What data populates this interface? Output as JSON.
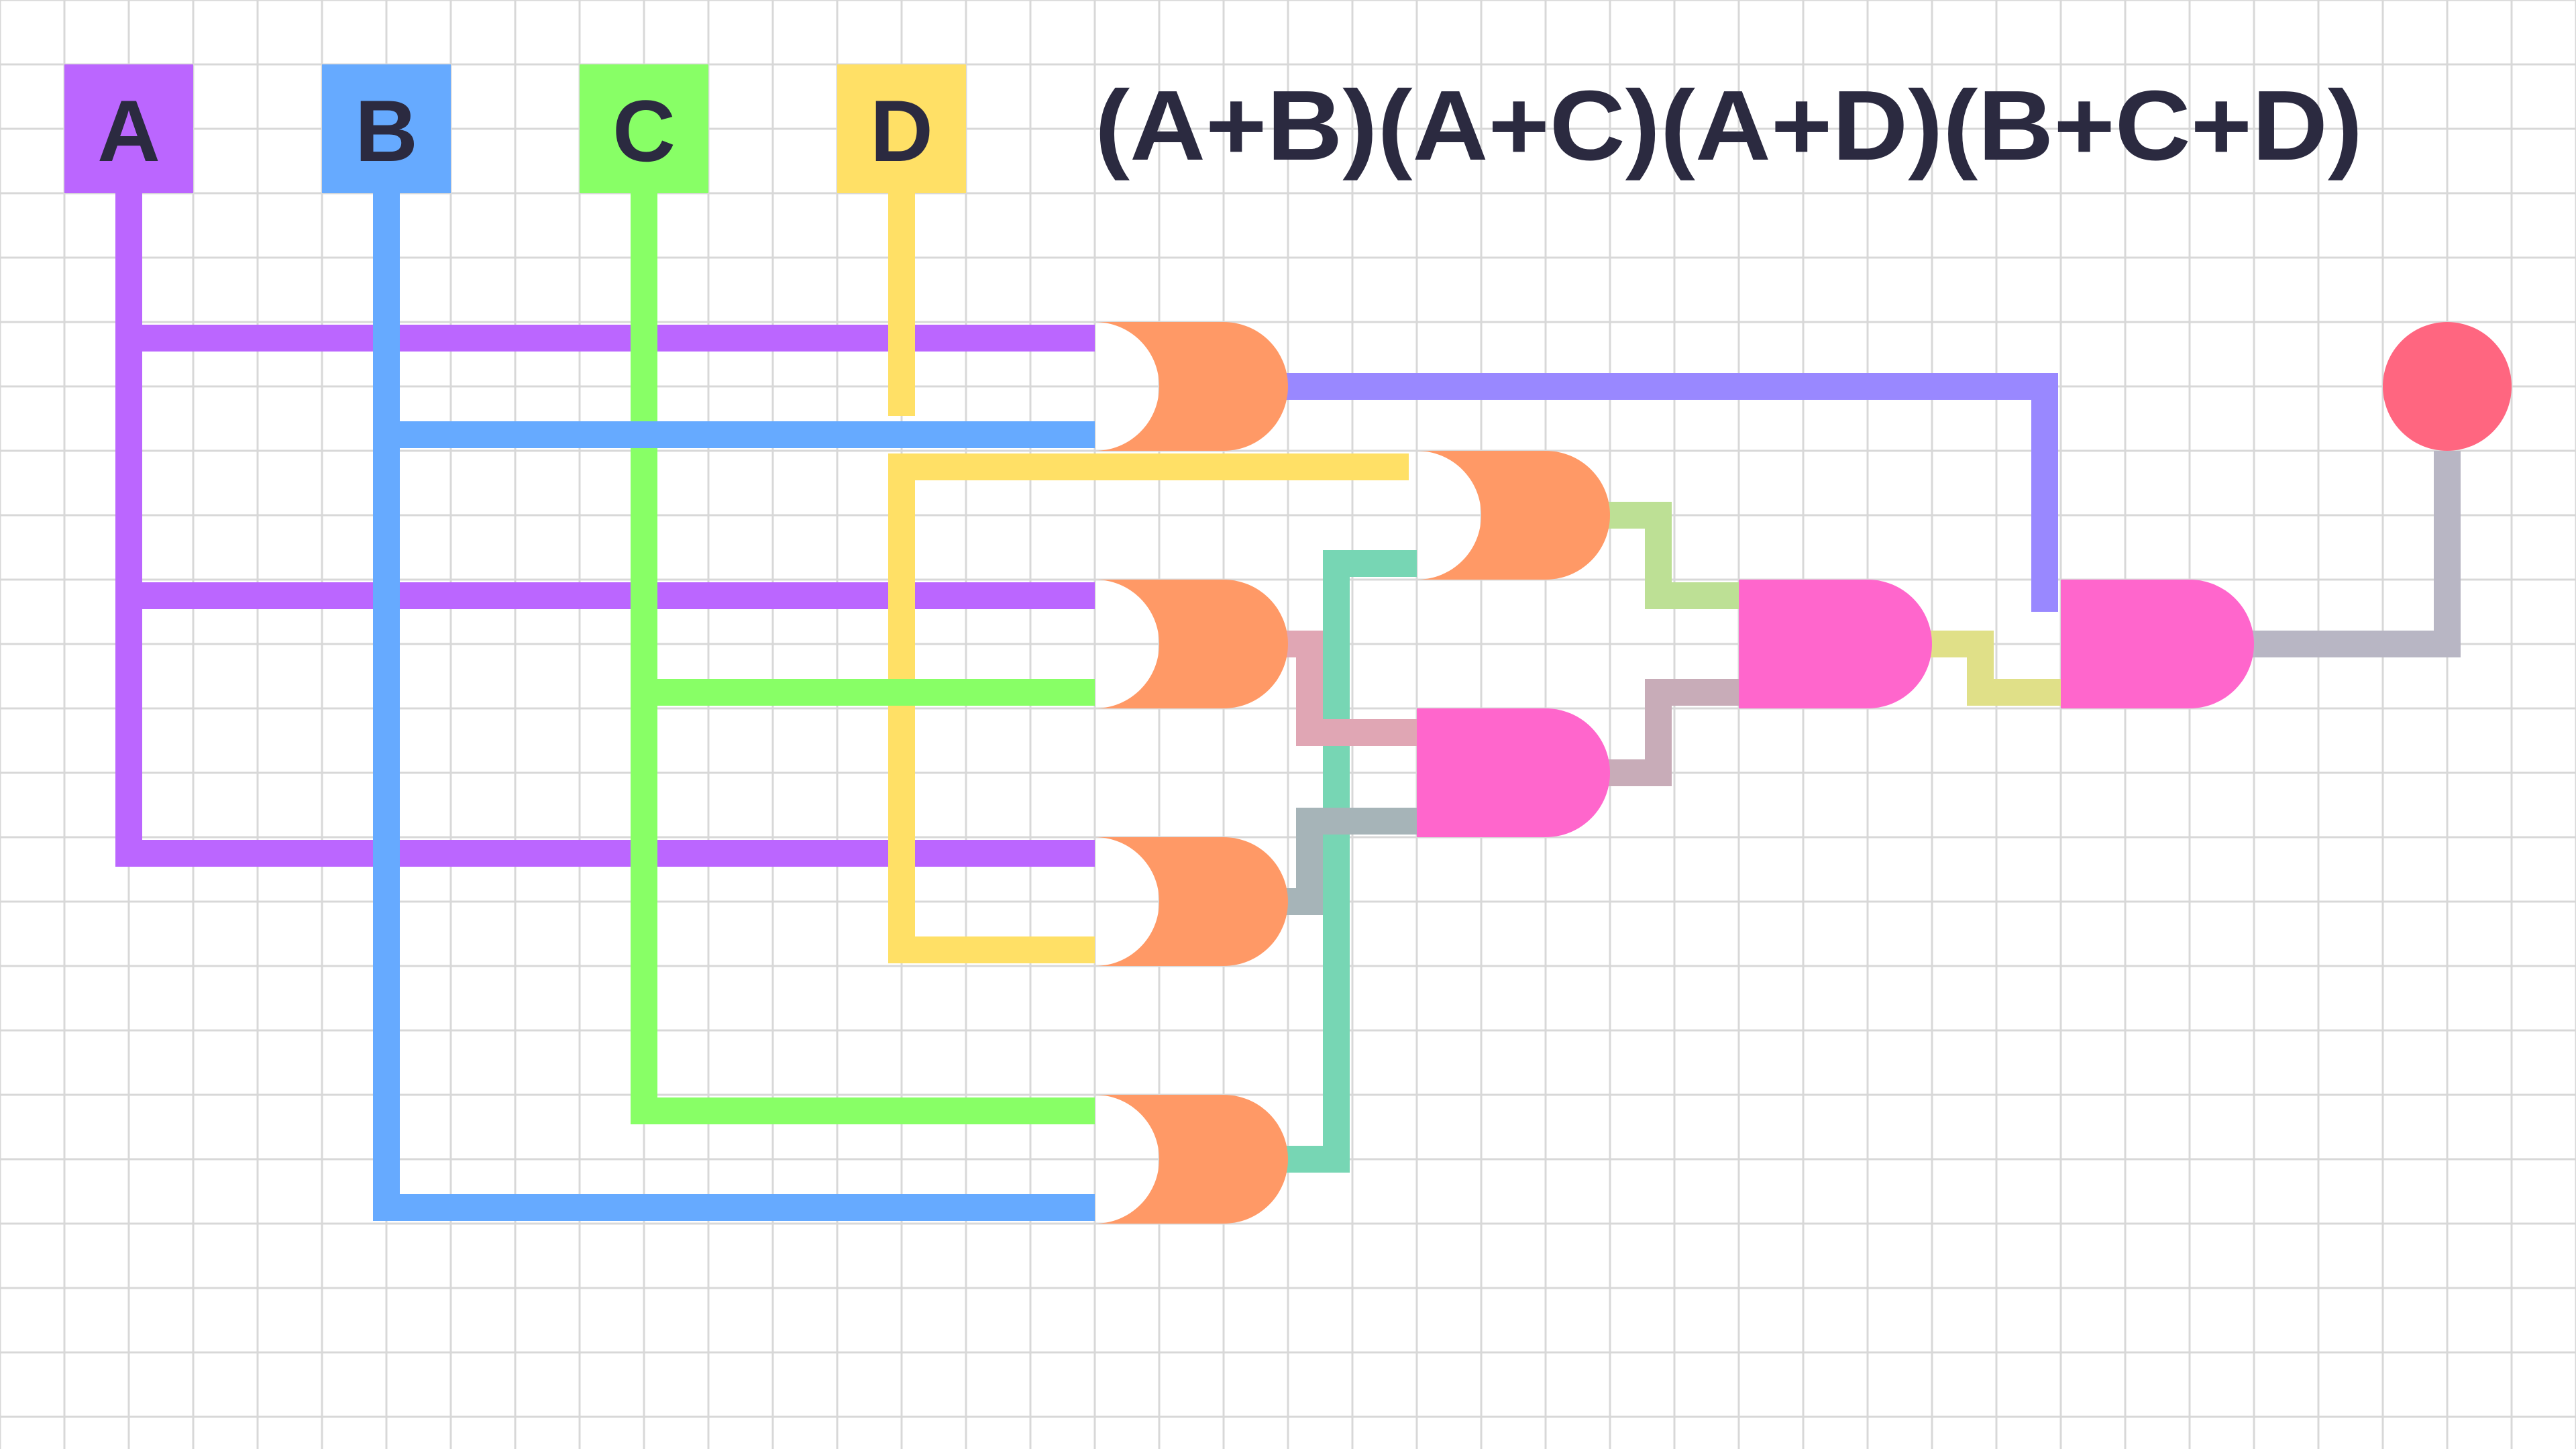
{
  "inputs": [
    {
      "label": "A",
      "color": "#bb66ff"
    },
    {
      "label": "B",
      "color": "#66aaff"
    },
    {
      "label": "C",
      "color": "#88ff66"
    },
    {
      "label": "D",
      "color": "#ffe066"
    }
  ],
  "expression": "(A+B)(A+C)(A+D)(B+C+D)",
  "gates": [
    {
      "name": "or-gate-a-b",
      "type": "OR",
      "inputs": [
        "A",
        "B"
      ]
    },
    {
      "name": "or-gate-a-c",
      "type": "OR",
      "inputs": [
        "A",
        "C"
      ]
    },
    {
      "name": "or-gate-a-d",
      "type": "OR",
      "inputs": [
        "A",
        "D"
      ]
    },
    {
      "name": "or-gate-b-c",
      "type": "OR",
      "inputs": [
        "B",
        "C"
      ]
    },
    {
      "name": "or-gate-bc-d",
      "type": "OR",
      "inputs": [
        "D",
        "B+C"
      ]
    },
    {
      "name": "and-gate-1",
      "type": "AND",
      "inputs": [
        "A+C",
        "A+D"
      ]
    },
    {
      "name": "and-gate-2",
      "type": "AND",
      "inputs": [
        "B+C+D",
        "and-gate-1"
      ]
    },
    {
      "name": "and-gate-3",
      "type": "AND",
      "inputs": [
        "A+B",
        "and-gate-2"
      ]
    }
  ],
  "colors": {
    "or_gate": "#ff9966",
    "and_gate": "#ff66cc",
    "output_led": "#ff6680",
    "grid": "#d8d8d8",
    "label_text": "#2b2a40"
  },
  "output": {
    "icon": "output-led-icon"
  }
}
